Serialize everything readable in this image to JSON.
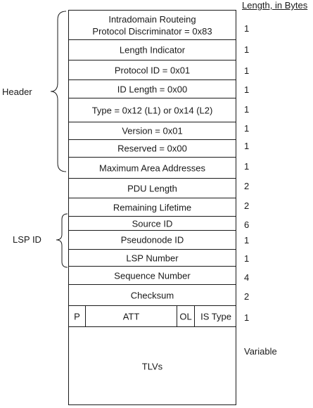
{
  "length_header": "Length, in Bytes",
  "groups": {
    "header": "Header",
    "lsp_id": "LSP ID"
  },
  "fields": [
    {
      "label": [
        "Intradomain Routeing",
        "Protocol Discriminator = 0x83"
      ],
      "length": "1"
    },
    {
      "label": [
        "Length Indicator"
      ],
      "length": "1"
    },
    {
      "label": [
        "Protocol ID = 0x01"
      ],
      "length": "1"
    },
    {
      "label": [
        "ID Length = 0x00"
      ],
      "length": "1"
    },
    {
      "label": [
        "Type = 0x12 (L1) or 0x14 (L2)"
      ],
      "length": "1"
    },
    {
      "label": [
        "Version = 0x01"
      ],
      "length": "1"
    },
    {
      "label": [
        "Reserved = 0x00"
      ],
      "length": "1"
    },
    {
      "label": [
        "Maximum Area Addresses"
      ],
      "length": "1"
    },
    {
      "label": [
        "PDU Length"
      ],
      "length": "2"
    },
    {
      "label": [
        "Remaining Lifetime"
      ],
      "length": "2"
    },
    {
      "label": [
        "Source ID"
      ],
      "length": "6"
    },
    {
      "label": [
        "Pseudonode  ID"
      ],
      "length": "1"
    },
    {
      "label": [
        "LSP Number"
      ],
      "length": "1"
    },
    {
      "label": [
        "Sequence Number"
      ],
      "length": "4"
    },
    {
      "label": [
        "Checksum"
      ],
      "length": "2"
    },
    {
      "label": [],
      "length": "1",
      "subfields": [
        "P",
        "ATT",
        "OL",
        "IS Type"
      ]
    },
    {
      "label": [
        "TLVs"
      ],
      "length": "Variable"
    }
  ]
}
